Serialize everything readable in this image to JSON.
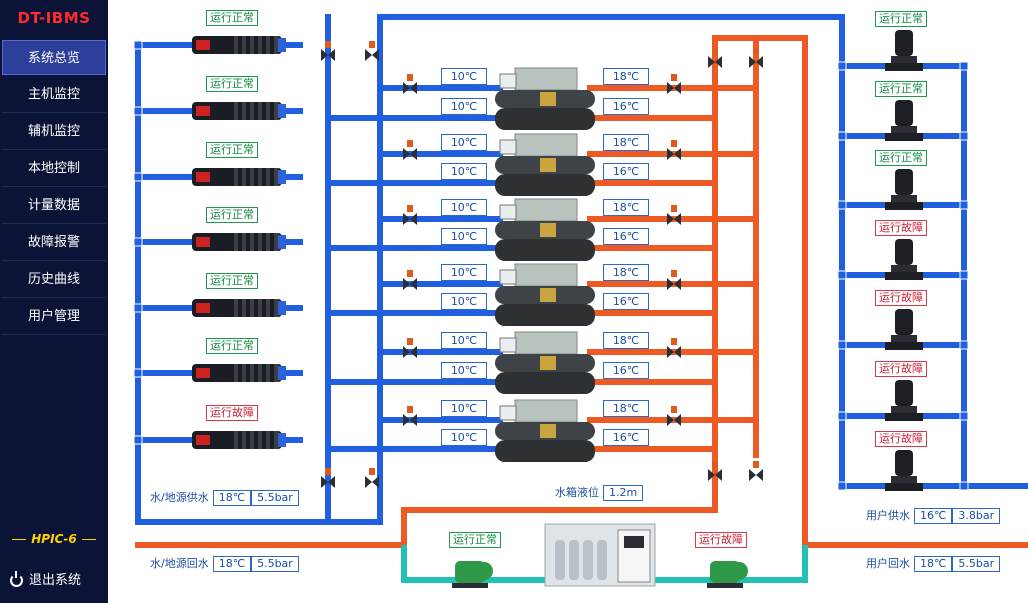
{
  "app": {
    "logo": "DT-IBMS",
    "model": "HPIC-6",
    "logout": "退出系统"
  },
  "nav": [
    {
      "label": "系统总览",
      "active": true
    },
    {
      "label": "主机监控"
    },
    {
      "label": "辅机监控"
    },
    {
      "label": "本地控制"
    },
    {
      "label": "计量数据"
    },
    {
      "label": "故障报警"
    },
    {
      "label": "历史曲线"
    },
    {
      "label": "用户管理"
    }
  ],
  "source_pumps": [
    {
      "status": "运行正常",
      "state": "ok"
    },
    {
      "status": "运行正常",
      "state": "ok"
    },
    {
      "status": "运行正常",
      "state": "ok"
    },
    {
      "status": "运行正常",
      "state": "ok"
    },
    {
      "status": "运行正常",
      "state": "ok"
    },
    {
      "status": "运行正常",
      "state": "ok"
    },
    {
      "status": "运行故障",
      "state": "fault"
    }
  ],
  "chillers": [
    {
      "left_top": "10℃",
      "left_bottom": "10℃",
      "right_top": "18℃",
      "right_bottom": "16℃"
    },
    {
      "left_top": "10℃",
      "left_bottom": "10℃",
      "right_top": "18℃",
      "right_bottom": "16℃"
    },
    {
      "left_top": "10℃",
      "left_bottom": "10℃",
      "right_top": "18℃",
      "right_bottom": "16℃"
    },
    {
      "left_top": "10℃",
      "left_bottom": "10℃",
      "right_top": "18℃",
      "right_bottom": "16℃"
    },
    {
      "left_top": "10℃",
      "left_bottom": "10℃",
      "right_top": "18℃",
      "right_bottom": "16℃"
    },
    {
      "left_top": "10℃",
      "left_bottom": "10℃",
      "right_top": "18℃",
      "right_bottom": "16℃"
    }
  ],
  "user_pumps": [
    {
      "status": "运行正常",
      "state": "ok"
    },
    {
      "status": "运行正常",
      "state": "ok"
    },
    {
      "status": "运行正常",
      "state": "ok"
    },
    {
      "status": "运行故障",
      "state": "fault"
    },
    {
      "status": "运行故障",
      "state": "fault"
    },
    {
      "status": "运行故障",
      "state": "fault"
    },
    {
      "status": "运行故障",
      "state": "fault"
    }
  ],
  "readouts": {
    "source_supply": {
      "label": "水/地源供水",
      "temp": "18℃",
      "pressure": "5.5bar"
    },
    "source_return": {
      "label": "水/地源回水",
      "temp": "18℃",
      "pressure": "5.5bar"
    },
    "tank_level": {
      "label": "水箱液位",
      "value": "1.2m"
    },
    "user_supply": {
      "label": "用户供水",
      "temp": "16℃",
      "pressure": "3.8bar"
    },
    "user_return": {
      "label": "用户回水",
      "temp": "18℃",
      "pressure": "5.5bar"
    }
  },
  "bottom_pumps": {
    "left": {
      "status": "运行正常",
      "state": "ok"
    },
    "right": {
      "status": "运行故障",
      "state": "fault"
    }
  },
  "colors": {
    "supply_pipe": "#1f5fe0",
    "return_pipe": "#ee5a24",
    "make_up_pipe": "#22c1b6",
    "sidebar": "#0b1437",
    "ok": "#138a42",
    "fault": "#c81e33"
  }
}
